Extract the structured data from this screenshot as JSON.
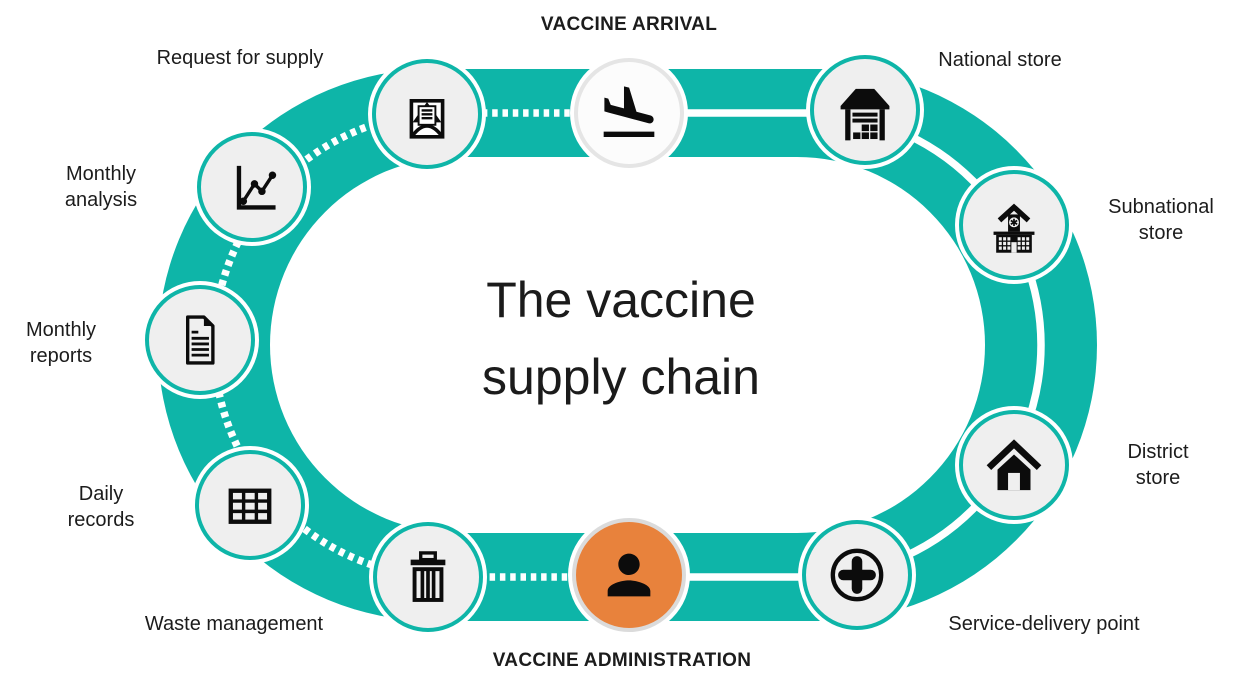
{
  "title": {
    "text": "The vaccine supply chain"
  },
  "stages": {
    "vaccine_arrival": {
      "label": "VACCINE ARRIVAL",
      "icon": "plane-landing-icon"
    },
    "national_store": {
      "label": "National store",
      "icon": "warehouse-icon"
    },
    "subnational_store": {
      "label": "Subnational store",
      "icon": "hospital-building-icon"
    },
    "district_store": {
      "label": "District store",
      "icon": "house-icon"
    },
    "service_delivery_point": {
      "label": "Service-delivery point",
      "icon": "medical-cross-circle-icon"
    },
    "vaccine_administration": {
      "label": "VACCINE ADMINISTRATION",
      "icon": "person-icon"
    },
    "waste_management": {
      "label": "Waste management",
      "icon": "trash-can-icon"
    },
    "daily_records": {
      "label": "Daily records",
      "icon": "table-grid-icon"
    },
    "monthly_reports": {
      "label": "Monthly reports",
      "icon": "document-icon"
    },
    "monthly_analysis": {
      "label": "Monthly analysis",
      "icon": "line-chart-icon"
    },
    "request_for_supply": {
      "label": "Request for supply",
      "icon": "open-envelope-icon"
    }
  },
  "colors": {
    "ring_teal": "#0EB5A8",
    "highlight_orange": "#E8823C",
    "node_fill_gray": "#EFEFEF",
    "text_dark": "#1C1C1C",
    "flow_line_white": "#FFFFFF",
    "icon_black": "#0C0C0C"
  }
}
